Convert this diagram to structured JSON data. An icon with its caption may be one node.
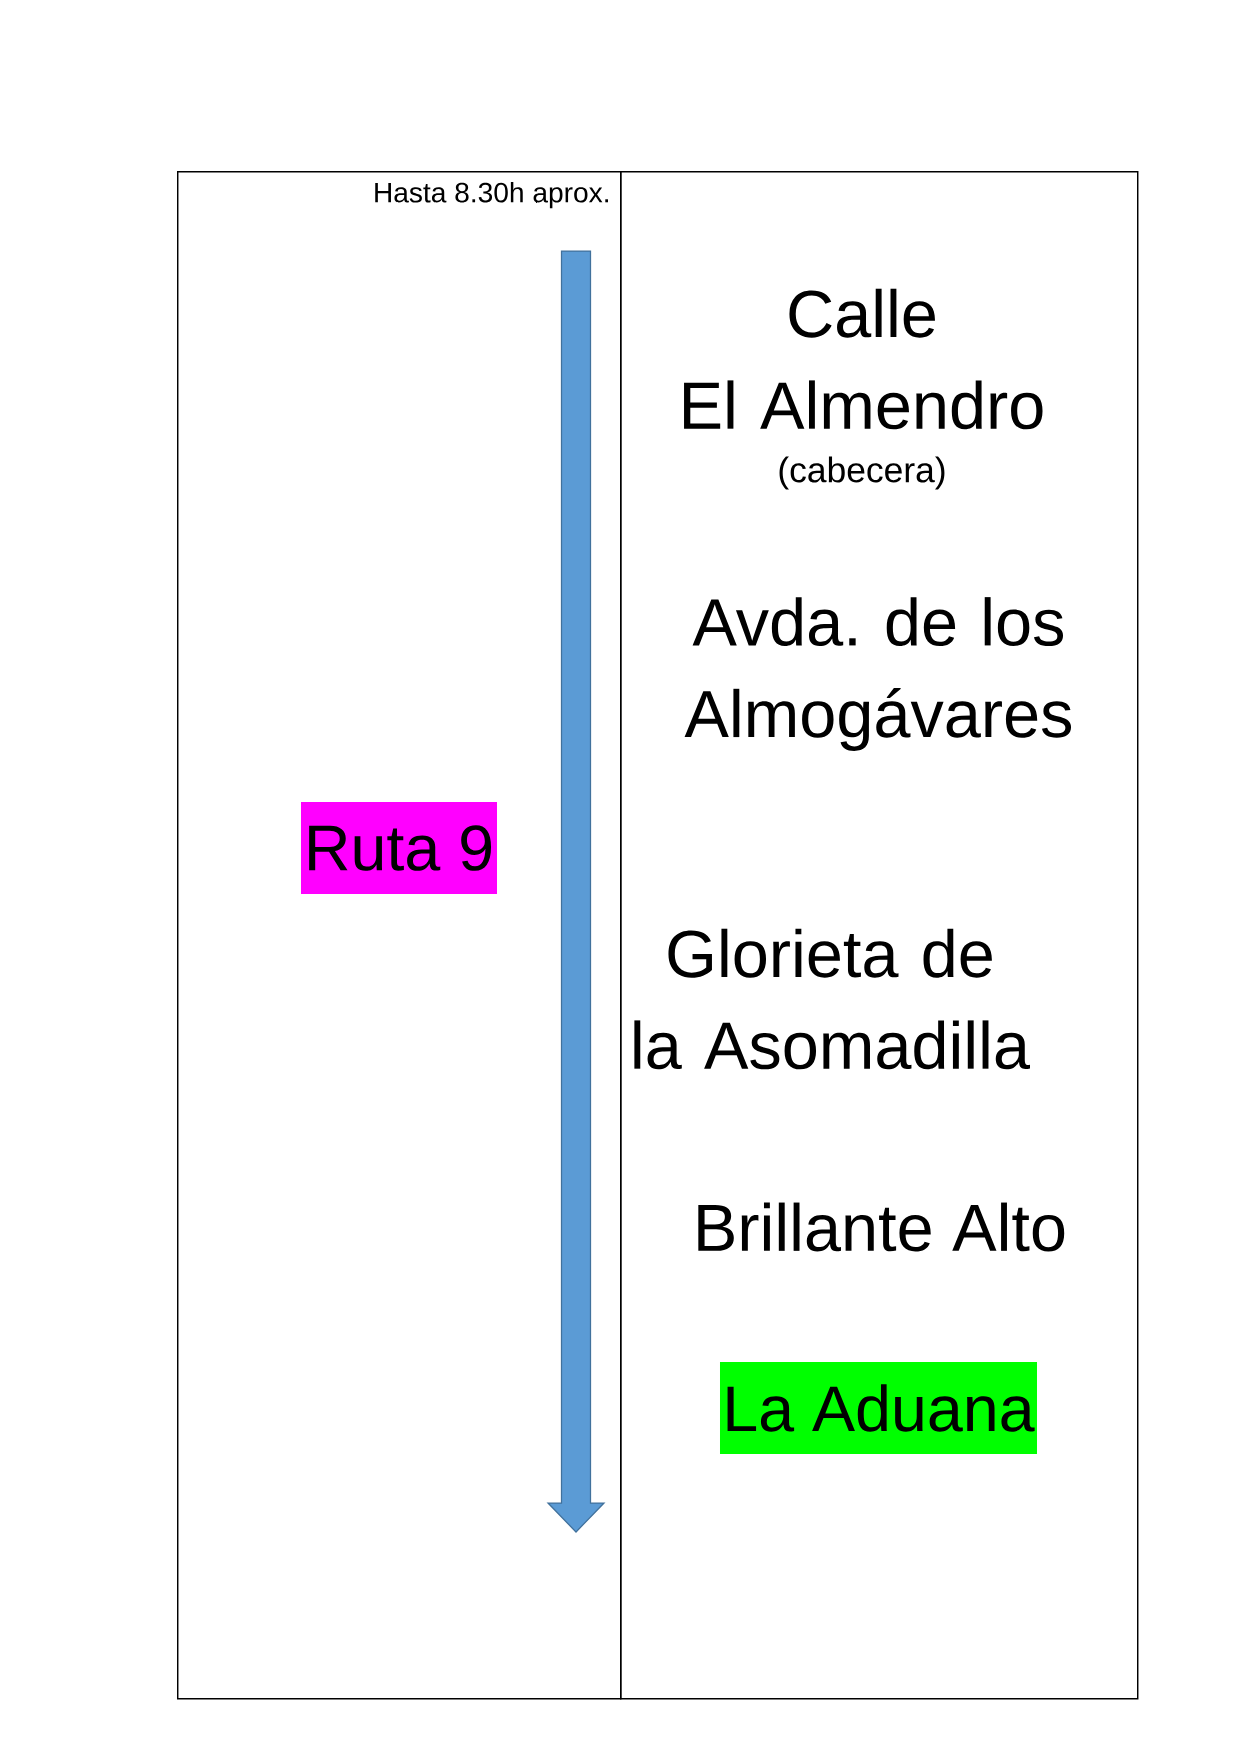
{
  "diagram": {
    "nodes": [
      {
        "text": [
          "Hasta 8.30h aprox."
        ]
      },
      {
        "text": [
          "Ruta 9"
        ],
        "in": 0
      },
      {
        "text": [
          "Calle El Almendro",
          "(cabecera)",
          "Avda. de los Almogávares",
          "Glorieta de la Asomadilla",
          "Brillante Alto"
        ]
      },
      {
        "text": [
          "La Aduana"
        ],
        "in": 2
      }
    ]
  }
}
